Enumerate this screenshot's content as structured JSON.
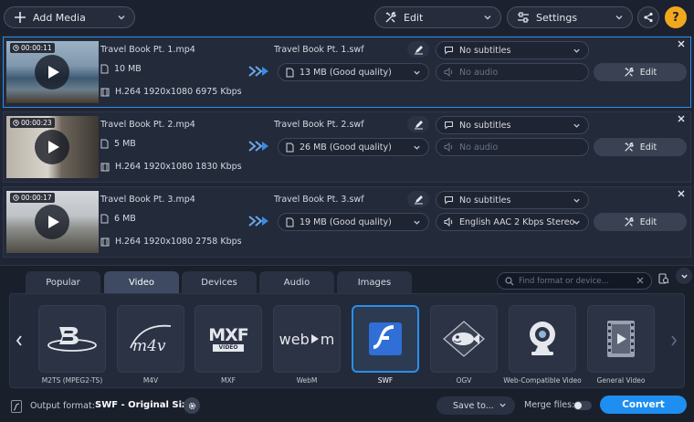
{
  "toolbar": {
    "add_media_label": "Add Media",
    "edit_label": "Edit",
    "settings_label": "Settings",
    "help_label": "?"
  },
  "files": [
    {
      "duration": "00:00:11",
      "source_name": "Travel Book Pt. 1.mp4",
      "source_size": "10 MB",
      "source_codec": "H.264 1920x1080 6975 Kbps",
      "output_name": "Travel Book Pt. 1.swf",
      "output_size": "13 MB (Good quality)",
      "subtitles": "No subtitles",
      "audio": "No audio",
      "audio_enabled": false,
      "edit_label": "Edit",
      "selected": true
    },
    {
      "duration": "00:00:23",
      "source_name": "Travel Book Pt. 2.mp4",
      "source_size": "5 MB",
      "source_codec": "H.264 1920x1080 1830 Kbps",
      "output_name": "Travel Book Pt. 2.swf",
      "output_size": "26 MB (Good quality)",
      "subtitles": "No subtitles",
      "audio": "No audio",
      "audio_enabled": false,
      "edit_label": "Edit",
      "selected": false
    },
    {
      "duration": "00:00:17",
      "source_name": "Travel Book Pt. 3.mp4",
      "source_size": "6 MB",
      "source_codec": "H.264 1920x1080 2758 Kbps",
      "output_name": "Travel Book Pt. 3.swf",
      "output_size": "19 MB (Good quality)",
      "subtitles": "No subtitles",
      "audio": "English AAC 2 Kbps Stereo",
      "audio_enabled": true,
      "edit_label": "Edit",
      "selected": false
    }
  ],
  "format_tabs": [
    {
      "label": "Popular",
      "active": false
    },
    {
      "label": "Video",
      "active": true
    },
    {
      "label": "Devices",
      "active": false
    },
    {
      "label": "Audio",
      "active": false
    },
    {
      "label": "Images",
      "active": false
    }
  ],
  "search": {
    "placeholder": "Find format or device..."
  },
  "formats": [
    {
      "label": "M2TS (MPEG2-TS)",
      "icon": "bluray-icon",
      "selected": false
    },
    {
      "label": "M4V",
      "icon": "m4v-icon",
      "selected": false
    },
    {
      "label": "MXF",
      "icon": "mxf-icon",
      "selected": false
    },
    {
      "label": "WebM",
      "icon": "webm-icon",
      "selected": false
    },
    {
      "label": "SWF",
      "icon": "flash-icon",
      "selected": true
    },
    {
      "label": "OGV",
      "icon": "ogv-fish-icon",
      "selected": false
    },
    {
      "label": "Web-Compatible Video",
      "icon": "webcam-icon",
      "selected": false
    },
    {
      "label": "General Video",
      "icon": "film-icon",
      "selected": false
    }
  ],
  "logo_text": {
    "m4v": "m4v",
    "mxf": "MXF",
    "mxf_sub": "VIDEO",
    "webm_a": "web",
    "webm_b": "m"
  },
  "status": {
    "output_format_label": "Output format:",
    "output_format_value": "SWF - Original Size",
    "save_to_label": "Save to...",
    "merge_files_label": "Merge files:",
    "merge_enabled": false,
    "convert_label": "Convert"
  },
  "colors": {
    "accent": "#1e8ff0",
    "selection": "#2b8fe8",
    "help": "#f2a81d",
    "background": "#1f2533"
  }
}
